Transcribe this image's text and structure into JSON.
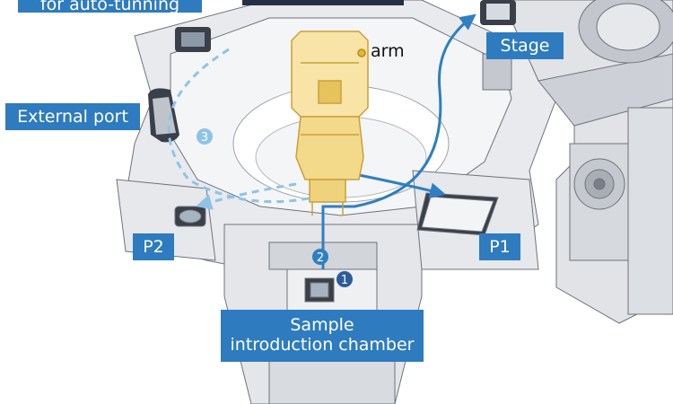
{
  "labels": {
    "top_left": "for auto-tunning",
    "stage": "Stage",
    "arm": "arm",
    "external_port": "External port",
    "p2": "P2",
    "p1": "P1",
    "chamber_line1": "Sample",
    "chamber_line2": "introduction chamber"
  },
  "markers": {
    "m1": "1",
    "m2": "2",
    "m3": "3"
  },
  "colors": {
    "label_bg": "#2e7bbf",
    "path_blue": "#2f7fc1",
    "dashed_path": "#8fc3e6",
    "arm_gold": "#e6c35c",
    "arm_fill": "#f7e4a6",
    "machine_light": "#e9eaed",
    "machine_mid": "#cdd0d6",
    "machine_dark": "#7a7e86"
  }
}
